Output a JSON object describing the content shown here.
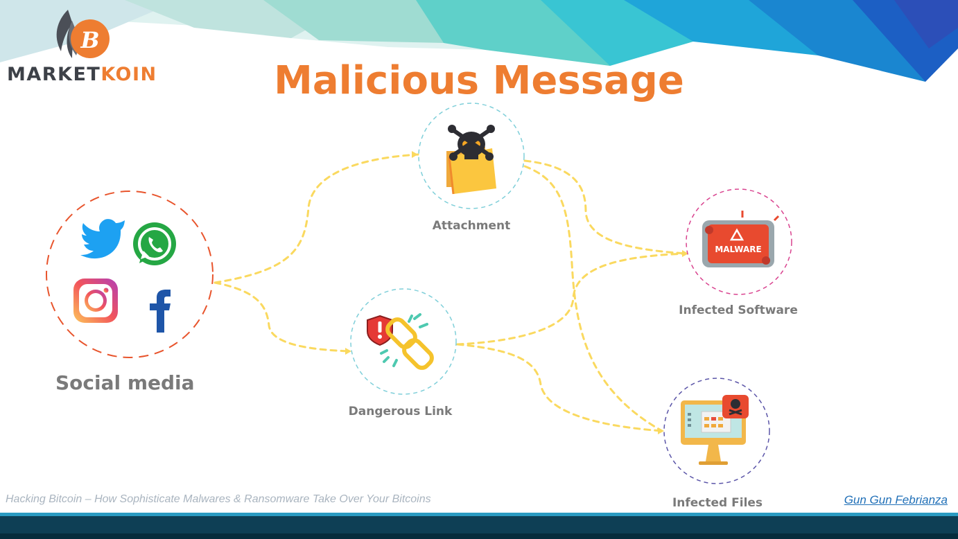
{
  "brand": {
    "part1": "MARKET",
    "part2": "KOIN",
    "coin_letter": "B"
  },
  "title": "Malicious Message",
  "nodes": {
    "social_media": "Social media",
    "attachment": "Attachment",
    "dangerous_link": "Dangerous Link",
    "infected_software": "Infected Software",
    "infected_files": "Infected Files"
  },
  "icons": {
    "social": [
      "twitter-icon",
      "whatsapp-icon",
      "instagram-icon",
      "facebook-icon"
    ],
    "attachment": "skull-folder-icon",
    "dangerous_link": "broken-chain-shield-icon",
    "infected_software": "malware-tablet-icon",
    "infected_files": "infected-monitor-icon"
  },
  "malware_badge_text": "MALWARE",
  "footer": {
    "subtitle": "Hacking Bitcoin – How Sophisticate Malwares & Ransomware Take Over Your Bitcoins",
    "author": "Gun Gun Febrianza"
  },
  "colors": {
    "title": "#ee7d31",
    "connector": "#fad95f",
    "social_ring": "#e8542c",
    "attachment_ring": "#7fcfd9",
    "link_ring": "#7fcfd9",
    "software_ring": "#d9438f",
    "files_ring": "#5b55a8",
    "label": "#7a7a7a"
  }
}
